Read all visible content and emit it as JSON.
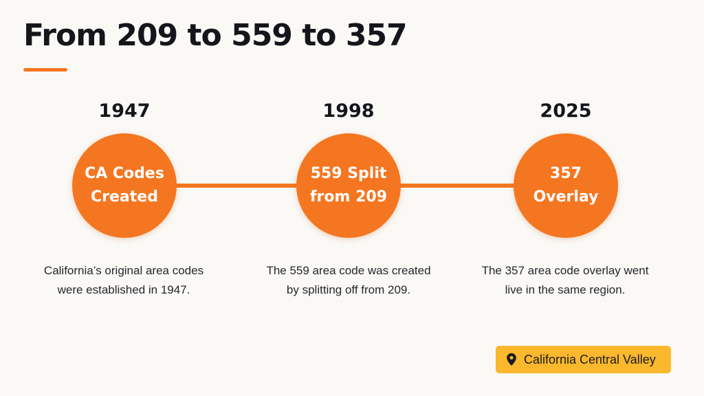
{
  "title": "From 209 to 559 to 357",
  "accent_color": "#f57620",
  "milestones": [
    {
      "year": "1947",
      "label": "CA Codes\nCreated",
      "description": "California’s original area codes\nwere established in 1947."
    },
    {
      "year": "1998",
      "label": "559 Split\nfrom 209",
      "description": "The 559 area code was created\nby splitting off from 209."
    },
    {
      "year": "2025",
      "label": "357\nOverlay",
      "description": "The 357 area code overlay went\nlive in the same region."
    }
  ],
  "location_tag": {
    "icon": "map-pin-icon",
    "label": "California Central Valley",
    "color": "#fbb82d"
  }
}
